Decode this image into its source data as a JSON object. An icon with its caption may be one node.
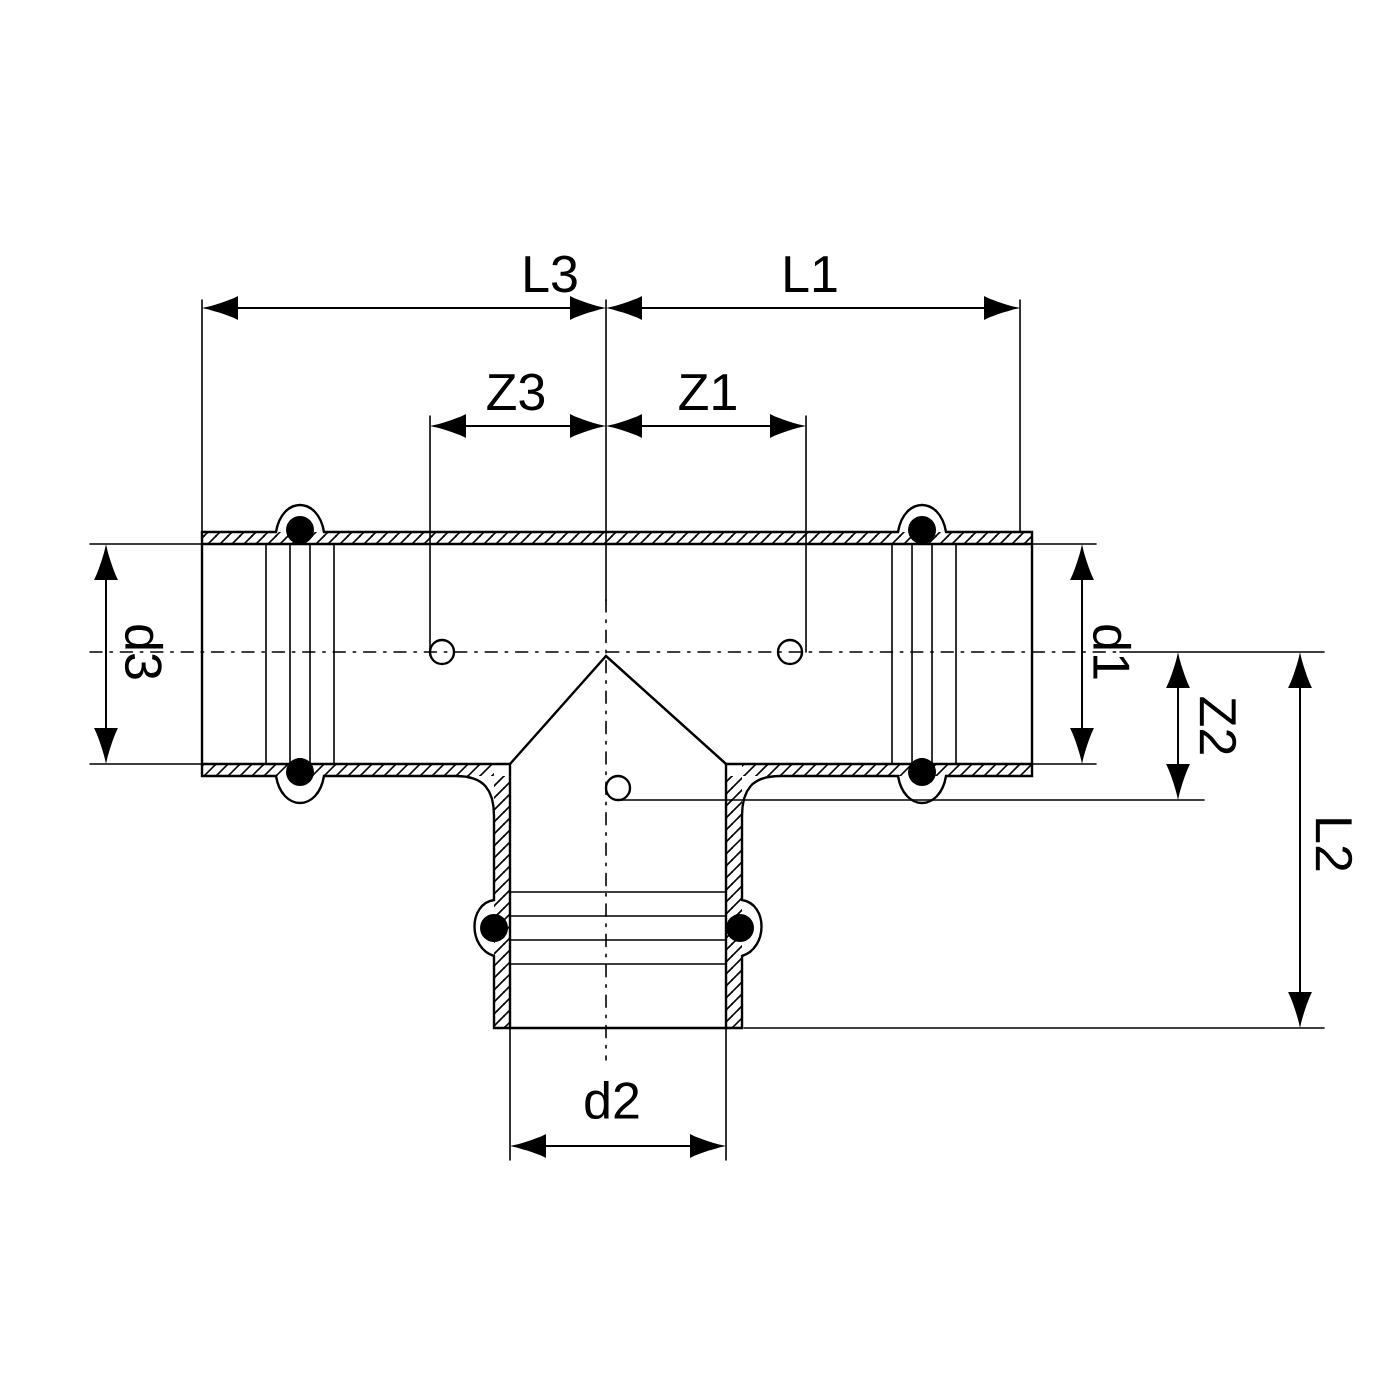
{
  "diagram": {
    "labels": [
      "L3",
      "L1",
      "Z3",
      "Z1",
      "d3",
      "d1",
      "Z2",
      "L2",
      "d2"
    ]
  }
}
